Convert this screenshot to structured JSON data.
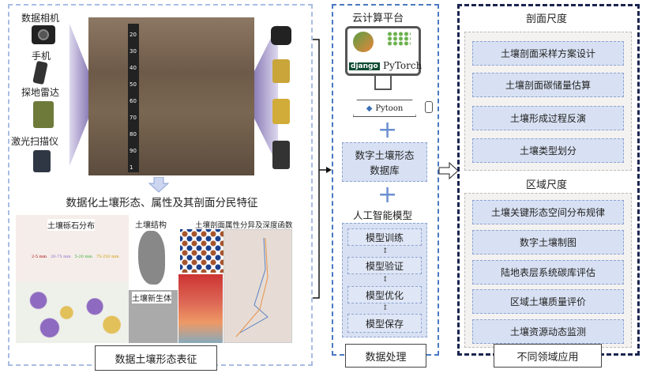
{
  "left": {
    "devices": [
      "数据相机",
      "手机",
      "探地雷达",
      "激光扫描仪"
    ],
    "ruler_ticks": [
      "20",
      "30",
      "40",
      "50",
      "60",
      "70",
      "80",
      "90",
      "1"
    ],
    "heading": "数据化土壤形态、属性及其剖面分民特征",
    "panels": {
      "gravel": "土壤砾石分布",
      "structure": "土壤结构",
      "profile": "土壤剖面属性分异及深度函数",
      "newgrowth": "土壤新生体"
    },
    "gravel_legend": [
      "2-5 mm",
      "20-75 mm",
      "5-20 mm",
      "75-250 mm"
    ],
    "caption": "数据土壤形态表征"
  },
  "middle": {
    "cloud_title": "云计算平台",
    "django": "django",
    "pytorch": "PyTorch",
    "python": "Pytoon",
    "database": [
      "数字土壤形态",
      "数据库"
    ],
    "ai_title": "人工智能模型",
    "steps": [
      "模型训练",
      "模型验证",
      "模型优化",
      "模型保存"
    ],
    "caption": "数据处理"
  },
  "right": {
    "profile_scale": "剖面尺度",
    "profile_items": [
      "土壤剖面采样方案设计",
      "土壤剖面碳储量估算",
      "土壤形成过程反演",
      "土壤类型划分"
    ],
    "region_scale": "区域尺度",
    "region_items": [
      "土壤关键形态空间分布规律",
      "数字土壤制图",
      "陆地表层系统碳库评估",
      "区域土壤质量评价",
      "土壤资源动态监测"
    ],
    "caption": "不同领域应用"
  }
}
